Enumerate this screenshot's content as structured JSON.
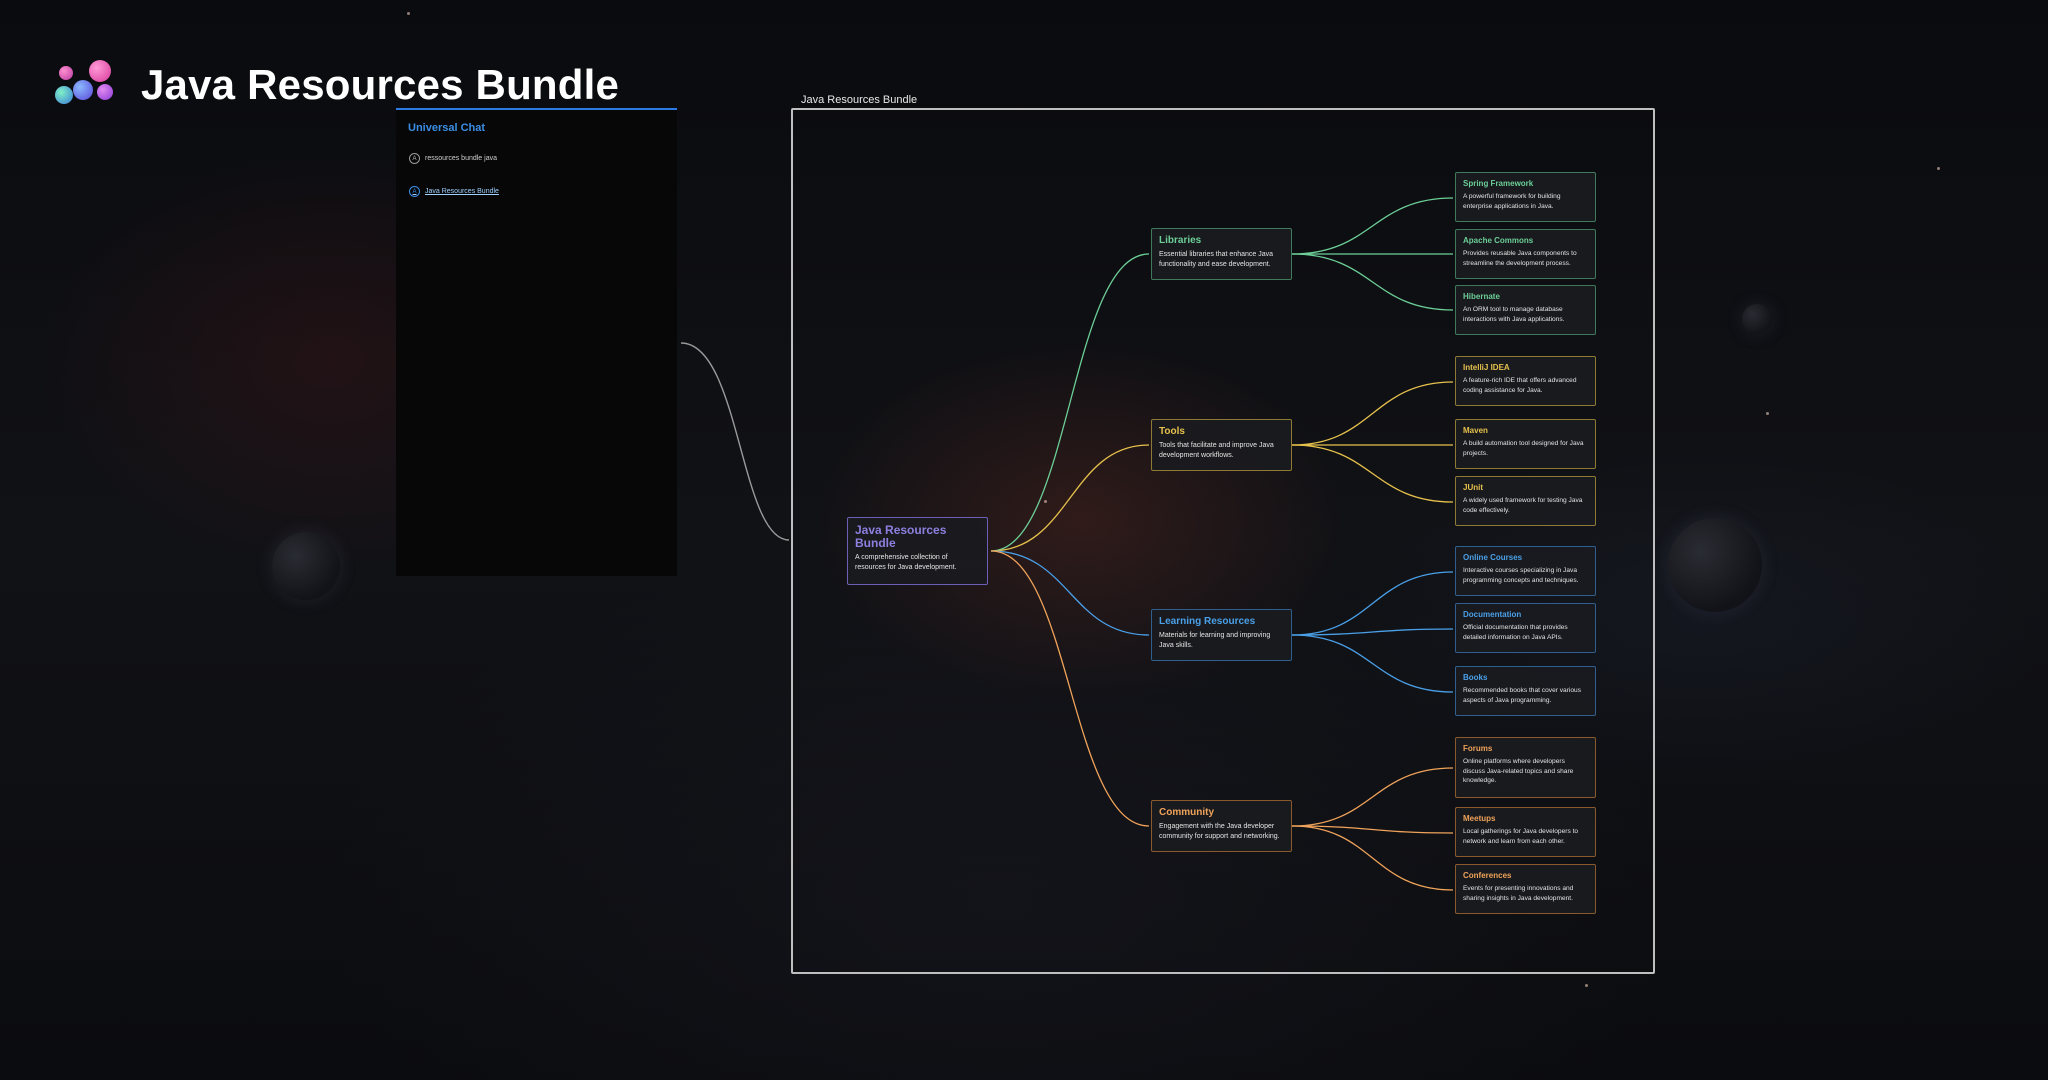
{
  "app": {
    "title": "Java Resources Bundle"
  },
  "chat": {
    "title": "Universal Chat",
    "items": [
      {
        "label": "ressources bundle java",
        "active": false
      },
      {
        "label": "Java Resources Bundle",
        "active": true
      }
    ]
  },
  "diagram": {
    "label": "Java Resources Bundle",
    "root": {
      "title": "Java Resources Bundle",
      "desc": "A comprehensive collection of resources for Java development."
    },
    "categories": [
      {
        "title": "Libraries",
        "color": "#6ccf97",
        "desc": "Essential libraries that enhance Java functionality and ease development.",
        "children": [
          {
            "title": "Spring Framework",
            "desc": "A powerful framework for building enterprise applications in Java."
          },
          {
            "title": "Apache Commons",
            "desc": "Provides reusable Java components to streamline the development process."
          },
          {
            "title": "Hibernate",
            "desc": "An ORM tool to manage database interactions with Java applications."
          }
        ]
      },
      {
        "title": "Tools",
        "color": "#e6c14c",
        "desc": "Tools that facilitate and improve Java development workflows.",
        "children": [
          {
            "title": "IntelliJ IDEA",
            "desc": "A feature-rich IDE that offers advanced coding assistance for Java."
          },
          {
            "title": "Maven",
            "desc": "A build automation tool designed for Java projects."
          },
          {
            "title": "JUnit",
            "desc": "A widely used framework for testing Java code effectively."
          }
        ]
      },
      {
        "title": "Learning Resources",
        "color": "#4aa0e8",
        "desc": "Materials for learning and improving Java skills.",
        "children": [
          {
            "title": "Online Courses",
            "desc": "Interactive courses specializing in Java programming concepts and techniques."
          },
          {
            "title": "Documentation",
            "desc": "Official documentation that provides detailed information on Java APIs."
          },
          {
            "title": "Books",
            "desc": "Recommended books that cover various aspects of Java programming."
          }
        ]
      },
      {
        "title": "Community",
        "color": "#f0a35a",
        "desc": "Engagement with the Java developer community for support and networking.",
        "children": [
          {
            "title": "Forums",
            "desc": "Online platforms where developers discuss Java-related topics and share knowledge."
          },
          {
            "title": "Meetups",
            "desc": "Local gatherings for Java developers to network and learn from each other."
          },
          {
            "title": "Conferences",
            "desc": "Events for presenting innovations and sharing insights in Java development."
          }
        ]
      }
    ]
  }
}
